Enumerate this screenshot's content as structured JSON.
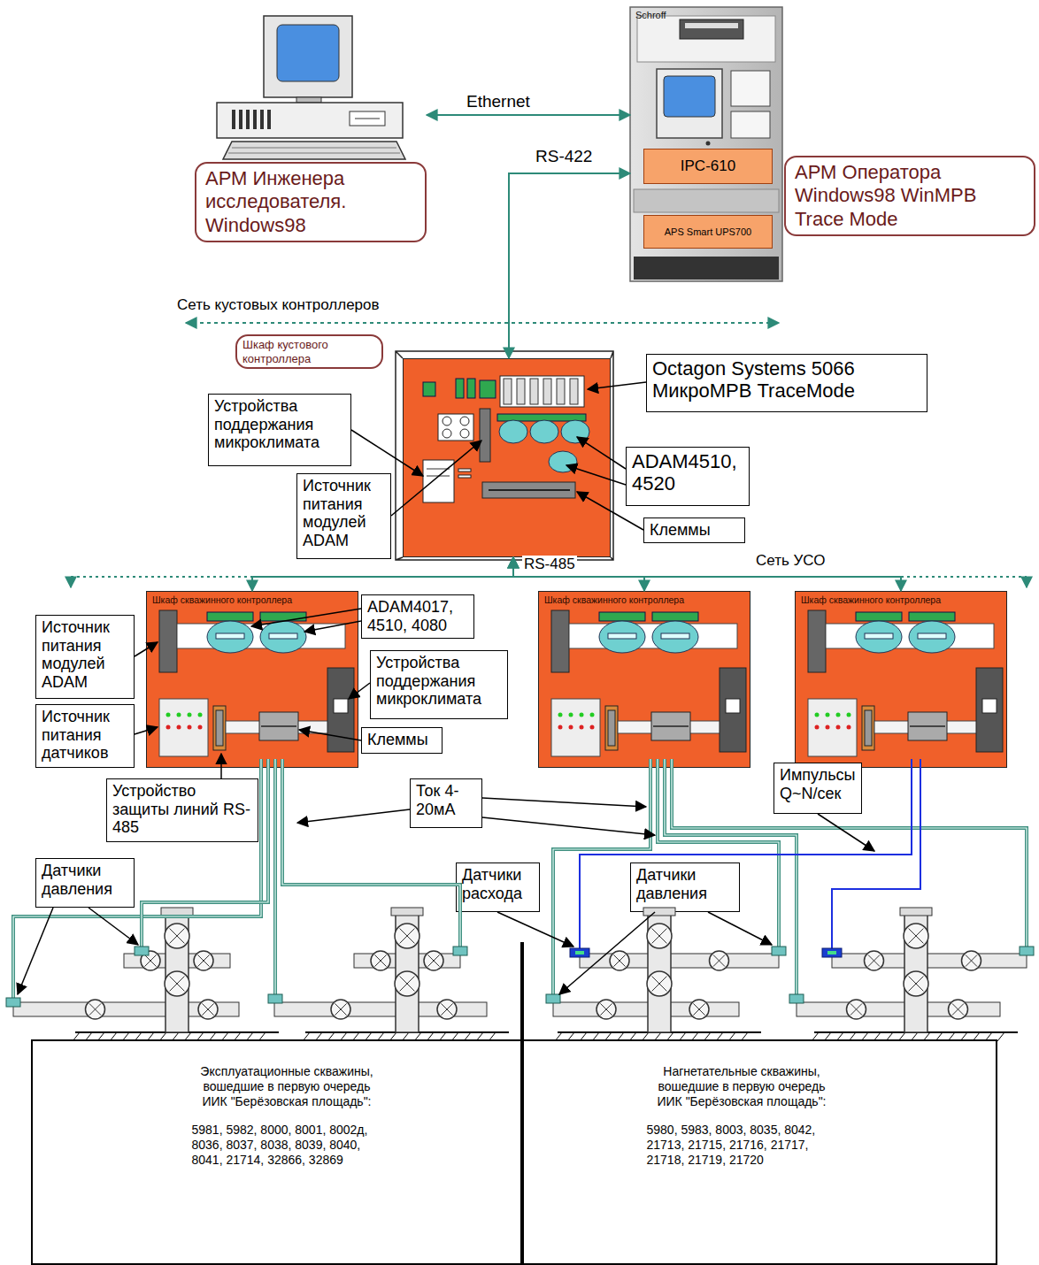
{
  "diagram": {
    "nodes": [
      {
        "text": [
          "АРМ Инженера исследователя. Windows98"
        ]
      },
      {
        "text": [
          "Schroff"
        ]
      },
      {
        "text": [
          "IPC-610"
        ],
        "in": 1
      },
      {
        "text": [
          "APS Smart UPS700"
        ],
        "in": 1
      },
      {
        "text": [
          "АРМ Оператора Windows98 WinМРВ Trace Mode"
        ]
      },
      {
        "text": [
          "Шкаф кустового контроллера"
        ]
      },
      {
        "text": [
          "Octagon Systems 5066 МикроМРВ TraceMode"
        ]
      },
      {
        "text": [
          "Устройства поддержания микроклимата"
        ]
      },
      {
        "text": [
          "Источник питания модулей ADAM"
        ]
      },
      {
        "text": [
          "ADAM4510, 4520"
        ]
      },
      {
        "text": [
          "Клеммы"
        ]
      },
      {
        "text": [
          "Шкаф скважинного контроллера"
        ]
      },
      {
        "text": [
          "Шкаф скважинного контроллера"
        ]
      },
      {
        "text": [
          "Шкаф скважинного контроллера"
        ]
      },
      {
        "text": [
          "Источник питания модулей ADAM"
        ]
      },
      {
        "text": [
          "ADAM4017, 4510, 4080"
        ]
      },
      {
        "text": [
          "Устройства поддержания микроклимата"
        ]
      },
      {
        "text": [
          "Источник питания датчиков"
        ]
      },
      {
        "text": [
          "Клеммы"
        ]
      },
      {
        "text": [
          "Устройство защиты линий RS-485"
        ]
      },
      {
        "text": [
          "Ток 4-20мА"
        ]
      },
      {
        "text": [
          "Импульсы Q~N/сек"
        ]
      },
      {
        "text": [
          "Датчики давления"
        ]
      },
      {
        "text": [
          "Датчики расхода"
        ]
      },
      {
        "text": [
          "Датчики давления"
        ]
      },
      {
        "text": [
          "Эксплуатационные скважины, вошедшие в первую очередь ИИК \"Берёзовская площадь\":",
          "5981, 5982, 8000, 8001, 8002д, 8036, 8037, 8038, 8039, 8040, 8041, 21714, 32866, 32869",
          "Нагнетательные скважины, вошедшие в первую очередь ИИК \"Берёзовская площадь\":",
          "5980, 5983, 8003, 8035, 8042, 21713, 21715, 21716, 21717, 21718, 21719, 21720"
        ]
      }
    ],
    "edges": [
      {
        "from": 0,
        "to": 1,
        "arrow": "both",
        "label": "Ethernet"
      },
      {
        "from": 1,
        "to": 5,
        "arrow": "both",
        "label": "RS-422"
      },
      {
        "from": 5,
        "to": 11,
        "arrow": "both"
      },
      {
        "from": 5,
        "to": 12,
        "arrow": "both"
      },
      {
        "from": 5,
        "to": 13,
        "arrow": "both"
      }
    ],
    "labels": [
      "Сеть кустовых контроллеров",
      "RS-485",
      "Сеть УСО"
    ]
  }
}
